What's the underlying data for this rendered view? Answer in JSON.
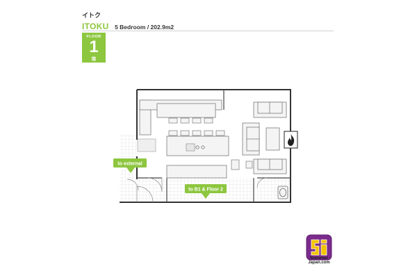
{
  "header": {
    "kana": "イトク",
    "name": "ITOKU",
    "subtitle": "5 Bedroom / 202.9m2"
  },
  "floor_badge": {
    "word": "FLOOR",
    "number": "1",
    "kanji": "階"
  },
  "labels": {
    "to_external": "to external",
    "to_stairs": "to B1 & Floor 2"
  },
  "logo": {
    "mark": "Si",
    "line1": "Summer",
    "line2": "Japan.com"
  },
  "colors": {
    "accent": "#8dc63f",
    "wall": "#333333",
    "furniture_fill": "#f4f4f4",
    "furniture_stroke": "#7a7a7a",
    "logo_yellow": "#f4c400",
    "logo_purple": "#7a2b8c",
    "fire": "#222222"
  },
  "icons": [
    "fireplace-icon",
    "toilet-icon",
    "stove-icon"
  ]
}
